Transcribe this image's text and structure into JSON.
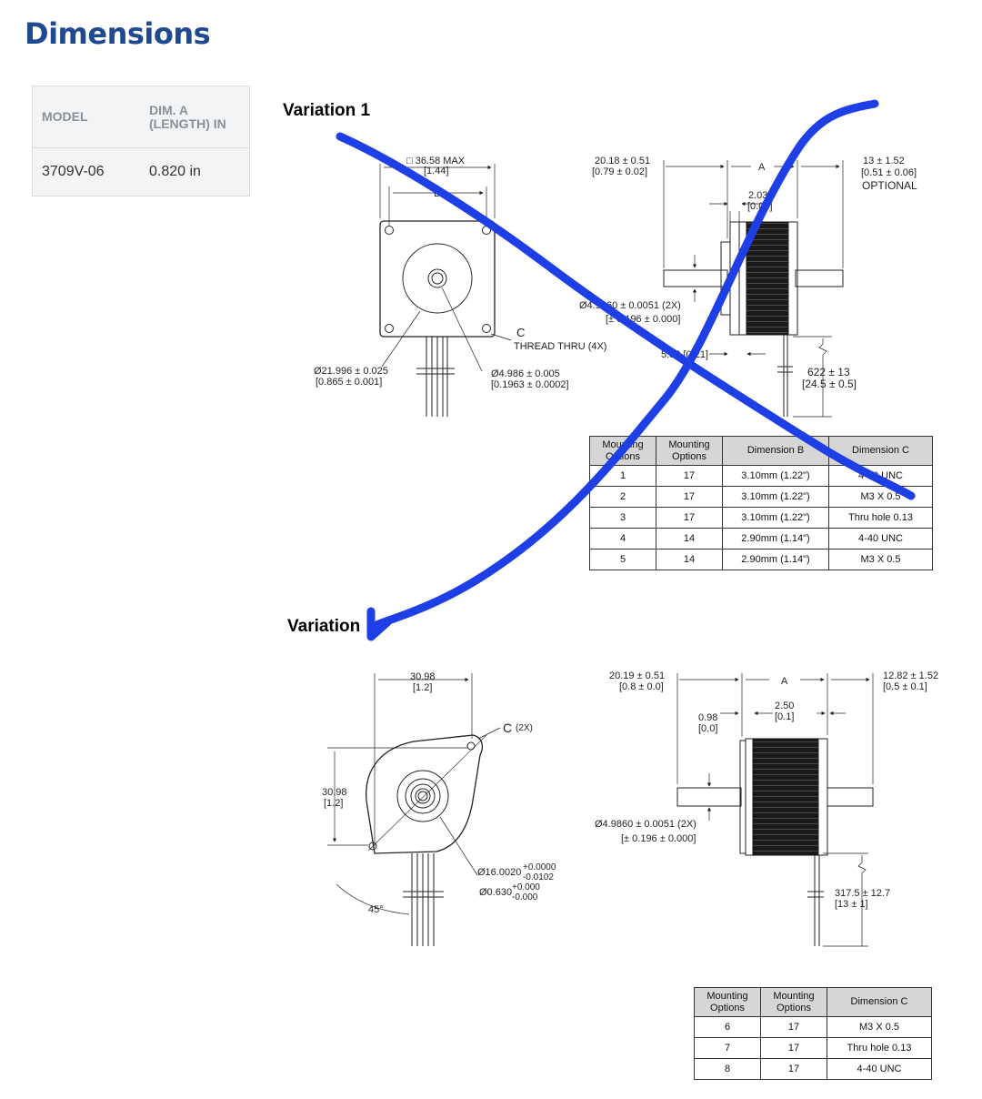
{
  "page": {
    "title": "Dimensions"
  },
  "model_table": {
    "headers": [
      "MODEL",
      "DIM. A (LENGTH) IN"
    ],
    "rows": [
      [
        "3709V-06",
        "0.820 in"
      ]
    ]
  },
  "variation1": {
    "title": "Variation 1",
    "front": {
      "square": "□ 36.58 MAX",
      "square_in": "[1.44]",
      "b": "B",
      "c": "C",
      "thread": "THREAD THRU (4X)",
      "pilot_mm": "Ø21.996 ± 0.025",
      "pilot_in": "[0.865 ± 0.001]",
      "shaft_mm": "Ø4.986 ± 0.005",
      "shaft_in": "[0.1963 ± 0.0002]"
    },
    "side": {
      "shaft_mm": "20.18 ± 0.51",
      "shaft_in": "[0.79 ± 0.02]",
      "a": "A",
      "rear_mm": "13 ± 1.52",
      "rear_in": "[0.51 ± 0.06]",
      "optional": "OPTIONAL",
      "boss_mm": "2.03",
      "boss_in": "[0.08]",
      "dia_mm": "Ø4.9860 ± 0.0051 (2X)",
      "dia_in": "[± 0.196 ± 0.000]",
      "flange_mm": "5.33 [0.21]",
      "lead_mm": "622 ± 13",
      "lead_in": "[24.5 ± 0.5]"
    },
    "table": {
      "headers": [
        "Mounting Options",
        "Mounting Options",
        "Dimension B",
        "Dimension C"
      ],
      "rows": [
        [
          "1",
          "17",
          "3.10mm (1.22\")",
          "4-40 UNC"
        ],
        [
          "2",
          "17",
          "3.10mm (1.22\")",
          "M3 X 0.5"
        ],
        [
          "3",
          "17",
          "3.10mm (1.22\")",
          "Thru hole 0.13"
        ],
        [
          "4",
          "14",
          "2.90mm (1.14\")",
          "4-40 UNC"
        ],
        [
          "5",
          "14",
          "2.90mm (1.14\")",
          "M3 X 0.5"
        ]
      ]
    }
  },
  "variation2": {
    "title": "Variation",
    "front": {
      "width_mm": "30.98",
      "width_in": "[1.2]",
      "height_mm": "30.98",
      "height_in": "[1.2]",
      "c": "C",
      "c_count": "(2X)",
      "angle": "45°",
      "pilot_mm": "Ø16.0020",
      "pilot_mm_tol_up": "+0.0000",
      "pilot_mm_tol_dn": "-0.0102",
      "pilot_in": "Ø0.630",
      "pilot_in_tol_up": "+0.000",
      "pilot_in_tol_dn": "-0.000"
    },
    "side": {
      "shaft_mm": "20.19 ± 0.51",
      "shaft_in": "[0.8 ± 0.0]",
      "a": "A",
      "rear_mm": "12.82 ± 1.52",
      "rear_in": "[0.5 ± 0.1]",
      "flange_mm": "0.98",
      "flange_in": "[0.0]",
      "boss_mm": "2.50",
      "boss_in": "[0.1]",
      "dia_mm": "Ø4.9860 ± 0.0051 (2X)",
      "dia_in": "[± 0.196 ± 0.000]",
      "lead_mm": "317.5 ± 12.7",
      "lead_in": "[13 ± 1]"
    },
    "table": {
      "headers": [
        "Mounting Options",
        "Mounting Options",
        "Dimension C"
      ],
      "rows": [
        [
          "6",
          "17",
          "M3 X 0.5"
        ],
        [
          "7",
          "17",
          "Thru hole 0.13"
        ],
        [
          "8",
          "17",
          "4-40 UNC"
        ]
      ]
    }
  },
  "colors": {
    "title": "#1f4a8f",
    "annotation": "#1f3fe6",
    "table_header": "#d6d6d6"
  }
}
